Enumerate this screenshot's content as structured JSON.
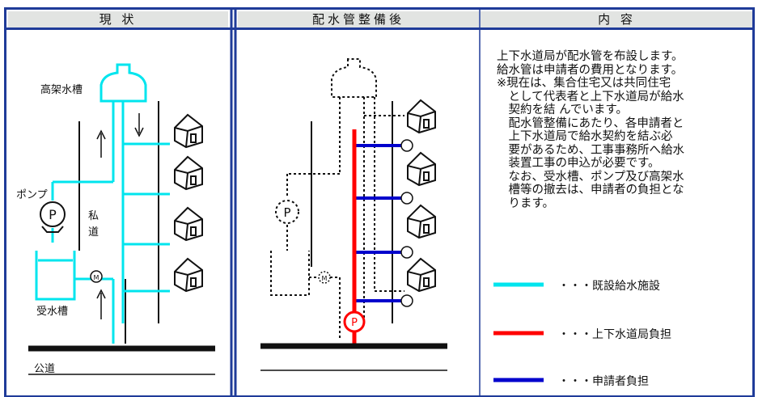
{
  "headers": {
    "current": "現 状",
    "after": "配水管整備後",
    "content": "内 容"
  },
  "left_panel": {
    "elevated_tank": "高架水槽",
    "pump": "ポンプ",
    "pump_symbol": "P",
    "private_road": "私\n道",
    "receiving_tank": "受水槽",
    "public_road": "公道",
    "meter_symbol": "M"
  },
  "middle_panel": {
    "pump_symbol": "P",
    "meter_symbol": "M"
  },
  "description": "上下水道局が配水管を布設します。\n給水管は申請者の費用となります。\n※現在は、集合住宅又は共同住宅\n　として代表者と上下水道局が給水\n　契約を結 んでいます。\n　配水管整備にあたり、各申請者と\n　上下水道局で給水契約を結ぶ必\n　要があるため、工事事務所へ給水\n　装置工事の申込が必要です。\n　なお、受水槽、ポンプ及び高架水\n　槽等の撤去は、申請者の負担とな\n　ります。",
  "legend": [
    {
      "label": "・・・既設給水施設",
      "color": "#00e5ee"
    },
    {
      "label": "・・・上下水道局負担",
      "color": "#ff0000"
    },
    {
      "label": "・・・申請者負担",
      "color": "#0000cc"
    }
  ],
  "colors": {
    "frame": "#1f3b99",
    "cyan": "#00e5ee",
    "red": "#ff0000",
    "blue": "#0000cc",
    "header_bg": "#e2e4e2"
  }
}
